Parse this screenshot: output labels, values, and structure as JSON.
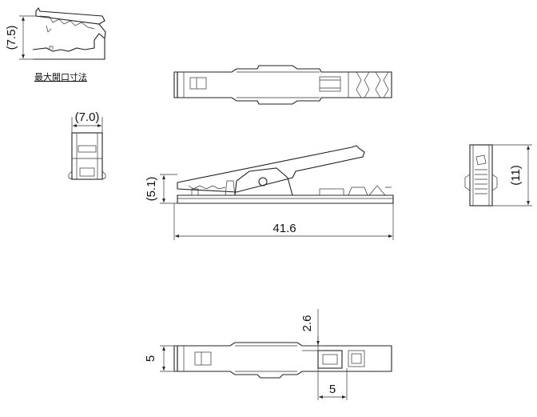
{
  "views": {
    "open_jaw": {
      "dimension": "(7.5)",
      "caption": "最大開口寸法"
    },
    "end_view_left": {
      "dimension": "(7.0)"
    },
    "side_view": {
      "height": "(5.1)",
      "length": "41.6"
    },
    "end_view_right": {
      "dimension": "(11)"
    },
    "bottom_view": {
      "width": "5",
      "offset": "2.6",
      "slot": "5"
    }
  }
}
